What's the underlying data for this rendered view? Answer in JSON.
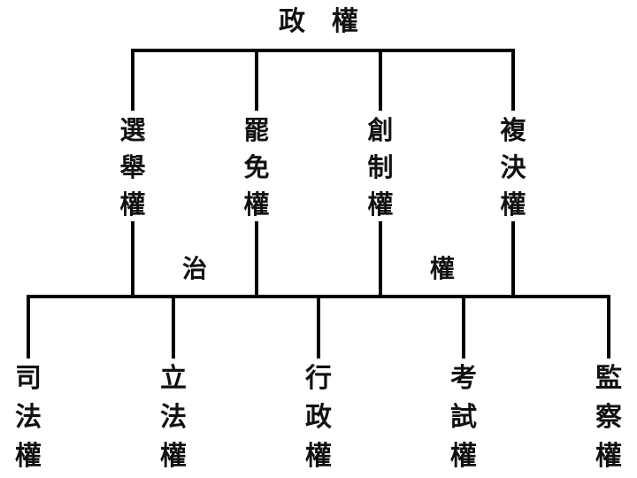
{
  "diagram": {
    "title": "政　權",
    "title_chars": [
      "政",
      "權"
    ],
    "middle_label_left": "治",
    "middle_label_right": "權",
    "middle_label_full": "治　權",
    "line_color": "#000000",
    "text_color": "#111111",
    "background_color": "#ffffff",
    "top_branches": [
      {
        "id": "election",
        "text": "選舉權",
        "chars": [
          "選",
          "舉",
          "權"
        ]
      },
      {
        "id": "recall",
        "text": "罷免權",
        "chars": [
          "罷",
          "免",
          "權"
        ]
      },
      {
        "id": "initiative",
        "text": "創制權",
        "chars": [
          "創",
          "制",
          "權"
        ]
      },
      {
        "id": "referendum",
        "text": "複決權",
        "chars": [
          "複",
          "決",
          "權"
        ]
      }
    ],
    "bottom_branches": [
      {
        "id": "judicial",
        "text": "司法權",
        "chars": [
          "司",
          "法",
          "權"
        ]
      },
      {
        "id": "legislative",
        "text": "立法權",
        "chars": [
          "立",
          "法",
          "權"
        ]
      },
      {
        "id": "executive",
        "text": "行政權",
        "chars": [
          "行",
          "政",
          "權"
        ]
      },
      {
        "id": "examination",
        "text": "考試權",
        "chars": [
          "考",
          "試",
          "權"
        ]
      },
      {
        "id": "control",
        "text": "監察權",
        "chars": [
          "監",
          "察",
          "權"
        ]
      }
    ]
  }
}
